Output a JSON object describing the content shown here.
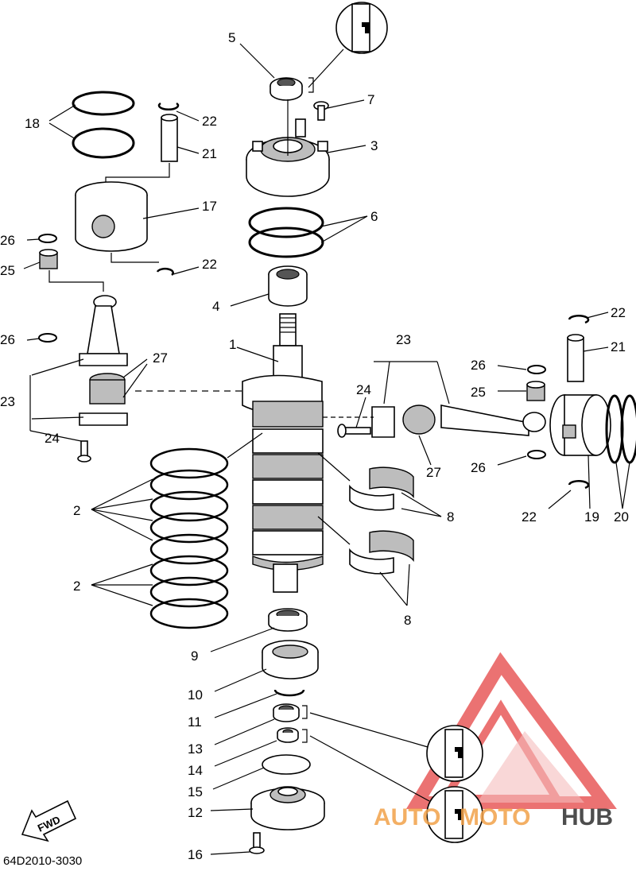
{
  "diagram": {
    "drawing_code": "64D2010-3030",
    "fwd_label": "FWD",
    "watermark": {
      "brand_prefix": "AUTO",
      "brand_middle": "MOTO",
      "brand_suffix": "HUB",
      "logo_color": "#e85a5a",
      "text_color_light": "#f2a24a",
      "text_color_dark": "#3a3a3a"
    },
    "callouts": {
      "c1": "1",
      "c2a": "2",
      "c2b": "2",
      "c3": "3",
      "c4": "4",
      "c5": "5",
      "c6": "6",
      "c7": "7",
      "c8a": "8",
      "c8b": "8",
      "c9": "9",
      "c10": "10",
      "c11": "11",
      "c12": "12",
      "c13": "13",
      "c14": "14",
      "c15": "15",
      "c16": "16",
      "c17": "17",
      "c18": "18",
      "c19": "19",
      "c20": "20",
      "c21a": "21",
      "c21b": "21",
      "c22a": "22",
      "c22b": "22",
      "c22c": "22",
      "c22d": "22",
      "c23a": "23",
      "c23b": "23",
      "c24a": "24",
      "c24b": "24",
      "c25a": "25",
      "c25b": "25",
      "c26a": "26",
      "c26b": "26",
      "c26c": "26",
      "c26d": "26",
      "c27a": "27",
      "c27b": "27"
    }
  }
}
